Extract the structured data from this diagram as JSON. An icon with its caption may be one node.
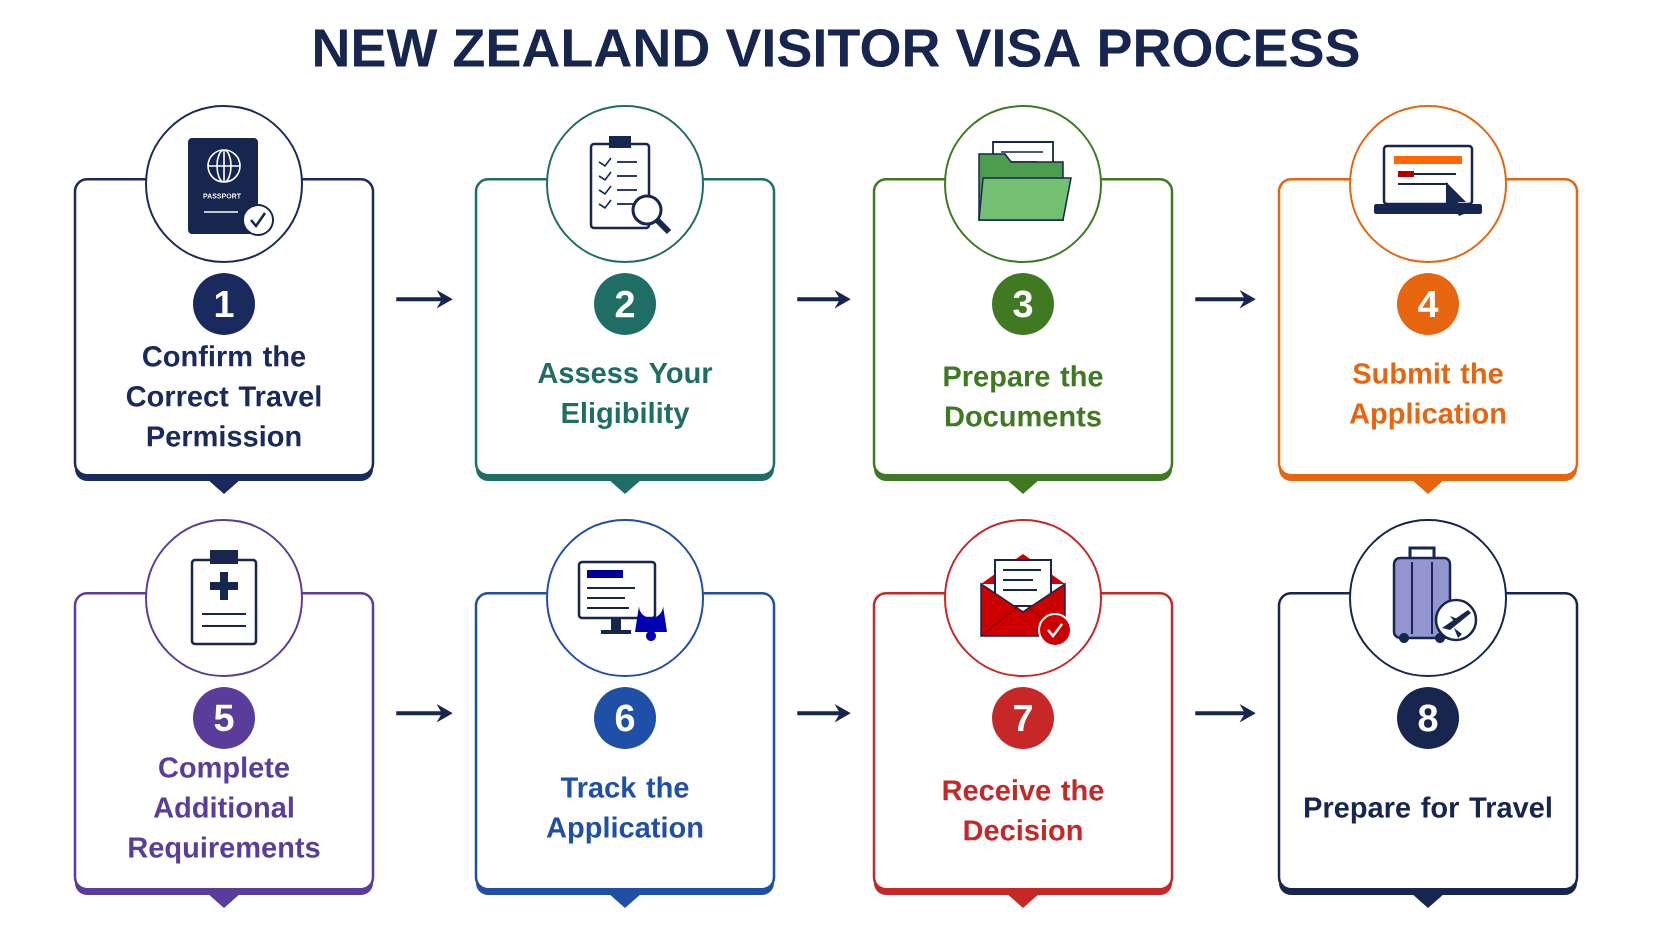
{
  "diagram": {
    "title": "NEW ZEALAND VISITOR VISA PROCESS",
    "nodes": [
      {
        "text": [
          "1",
          "Confirm the Correct Travel Permission"
        ]
      },
      {
        "text": [
          "2",
          "Assess Your Eligibility"
        ]
      },
      {
        "text": [
          "3",
          "Prepare the Documents"
        ]
      },
      {
        "text": [
          "4",
          "Submit the Application"
        ]
      },
      {
        "text": [
          "5",
          "Complete Additional Requirements"
        ]
      },
      {
        "text": [
          "6",
          "Track the Application"
        ]
      },
      {
        "text": [
          "7",
          "Receive the Decision"
        ]
      },
      {
        "text": [
          "8",
          "Prepare for Travel"
        ]
      }
    ],
    "edges": [
      {
        "from": 0,
        "to": 1,
        "arrow": "to"
      },
      {
        "from": 1,
        "to": 2,
        "arrow": "to"
      },
      {
        "from": 2,
        "to": 3,
        "arrow": "to"
      },
      {
        "from": 4,
        "to": 5,
        "arrow": "to"
      },
      {
        "from": 5,
        "to": 6,
        "arrow": "to"
      },
      {
        "from": 6,
        "to": 7,
        "arrow": "to"
      }
    ],
    "labels": [
      "PASSPORT"
    ]
  }
}
